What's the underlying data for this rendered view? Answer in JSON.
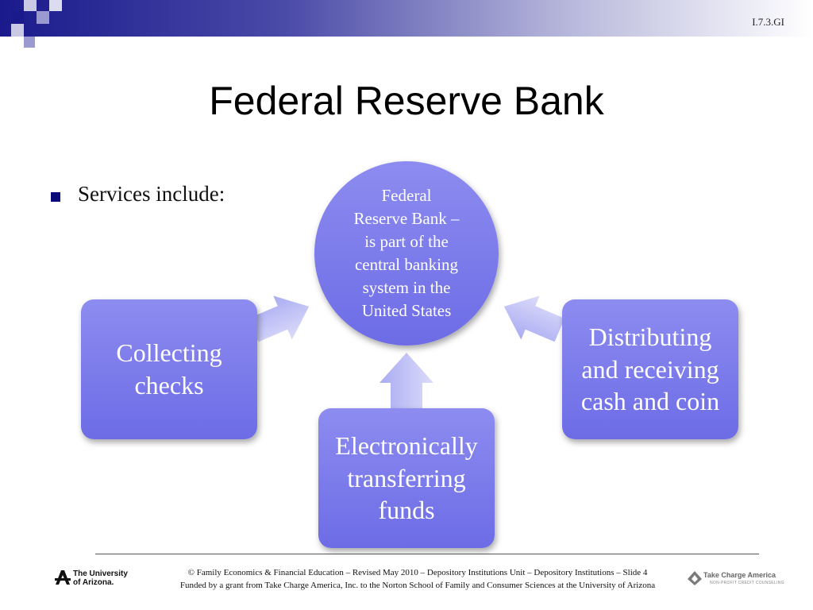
{
  "header": {
    "slide_code": "I.7.3.GI"
  },
  "title": "Federal Reserve Bank",
  "bullet": "Services include:",
  "diagram": {
    "center": {
      "heading_line1": "Federal",
      "heading_line2": "Reserve Bank",
      "dash": "–",
      "body_lines": [
        "is part of the",
        "central banking",
        "system in the",
        "United States"
      ]
    },
    "left_node": [
      "Collecting",
      "checks"
    ],
    "right_node": [
      "Distributing",
      "and receiving",
      "cash and coin"
    ],
    "bottom_node": [
      "Electronically",
      "transferring",
      "funds"
    ]
  },
  "footer": {
    "line1": "© Family Economics & Financial Education – Revised May 2010 – Depository Institutions Unit – Depository Institutions – Slide 4",
    "line2": "Funded by a grant from Take Charge America, Inc. to the Norton School of Family and Consumer Sciences at the University of Arizona"
  },
  "logos": {
    "left_line1": "The University",
    "left_line2": "of Arizona.",
    "right": "Take Charge America",
    "right_sub": "NON-PROFIT CREDIT COUNSELING"
  },
  "colors": {
    "node_fill": "#7b7aec",
    "arrow_fill": "#b4b6f4",
    "header_dark": "#1a1a8c"
  }
}
